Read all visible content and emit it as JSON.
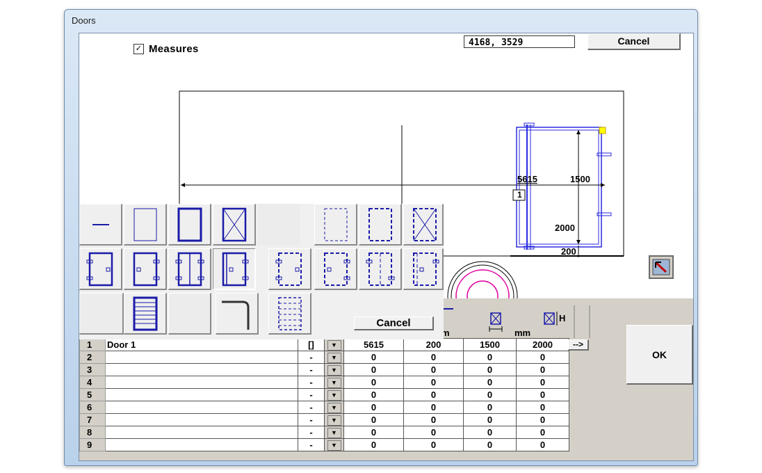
{
  "window": {
    "title": "Doors"
  },
  "top": {
    "measures_label": "Measures",
    "measures_checked": true,
    "coordinates": "4168, 3529",
    "cancel_label": "Cancel"
  },
  "drawing": {
    "dim_width": "5615",
    "dim_door_width": "1500",
    "dim_height": "2000",
    "dim_small": "200",
    "door_number": "1"
  },
  "palette": {
    "cancel_label": "Cancel"
  },
  "header": {
    "unit_label": "mm",
    "h_label": "H",
    "partial_label": "m"
  },
  "ok_label": "OK",
  "next_label": "-->",
  "rows": [
    {
      "num": "1",
      "name": "Door 1",
      "sym": "[]",
      "v1": "5615",
      "v2": "200",
      "v3": "1500",
      "v4": "2000"
    },
    {
      "num": "2",
      "name": "",
      "sym": "-",
      "v1": "0",
      "v2": "0",
      "v3": "0",
      "v4": "0"
    },
    {
      "num": "3",
      "name": "",
      "sym": "-",
      "v1": "0",
      "v2": "0",
      "v3": "0",
      "v4": "0"
    },
    {
      "num": "4",
      "name": "",
      "sym": "-",
      "v1": "0",
      "v2": "0",
      "v3": "0",
      "v4": "0"
    },
    {
      "num": "5",
      "name": "",
      "sym": "-",
      "v1": "0",
      "v2": "0",
      "v3": "0",
      "v4": "0"
    },
    {
      "num": "6",
      "name": "",
      "sym": "-",
      "v1": "0",
      "v2": "0",
      "v3": "0",
      "v4": "0"
    },
    {
      "num": "7",
      "name": "",
      "sym": "-",
      "v1": "0",
      "v2": "0",
      "v3": "0",
      "v4": "0"
    },
    {
      "num": "8",
      "name": "",
      "sym": "-",
      "v1": "0",
      "v2": "0",
      "v3": "0",
      "v4": "0"
    },
    {
      "num": "9",
      "name": "",
      "sym": "-",
      "v1": "0",
      "v2": "0",
      "v3": "0",
      "v4": "0"
    }
  ],
  "colors": {
    "door_blue": "#1a1aa8",
    "line_blue": "#2a2ae0",
    "pink": "#e000a0",
    "yellow": "#ffff00"
  }
}
